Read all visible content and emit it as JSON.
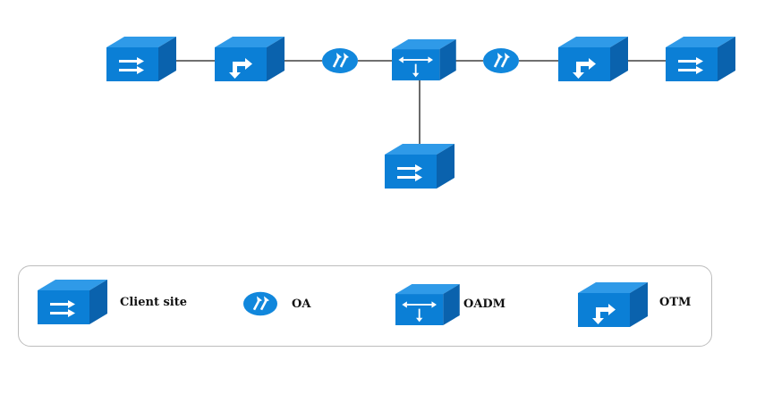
{
  "colors": {
    "device_front": "#0b7fd6",
    "device_top": "#2f9ae8",
    "device_side": "#0a62ad",
    "amplifier": "#1187dc",
    "link": "#1a1a1a",
    "legend_border": "#bdbdbd"
  },
  "legend": {
    "items": [
      {
        "id": "client",
        "icon": "client-site-icon",
        "label": "Client site"
      },
      {
        "id": "oa",
        "icon": "optical-amplifier-icon",
        "label": "OA"
      },
      {
        "id": "oadm",
        "icon": "oadm-icon",
        "label": "OADM"
      },
      {
        "id": "otm",
        "icon": "otm-icon",
        "label": "OTM"
      }
    ]
  }
}
